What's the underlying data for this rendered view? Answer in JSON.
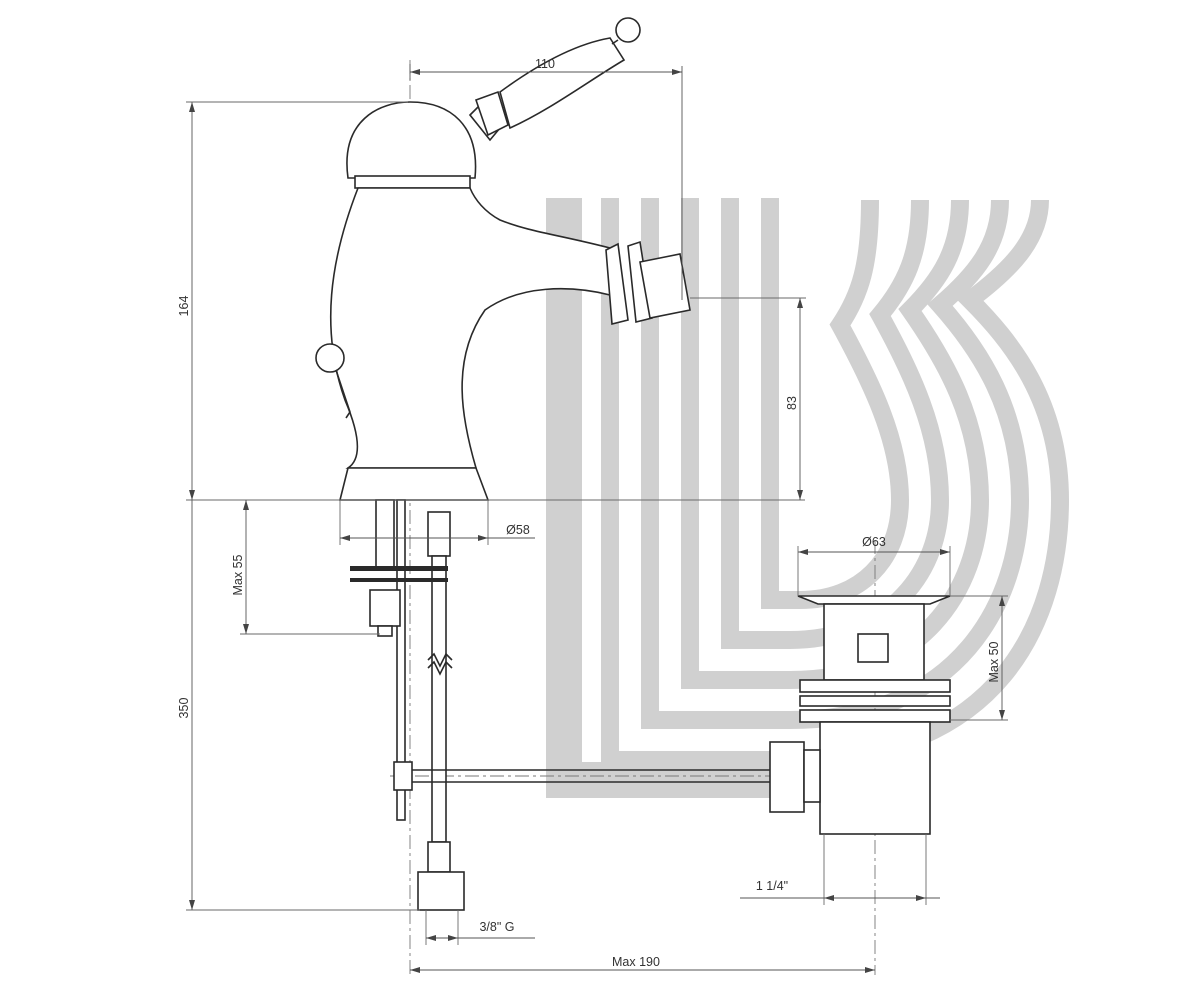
{
  "dimensions": {
    "top_width": "110",
    "height_total": "164",
    "spout_height": "83",
    "base_diameter": "Ø58",
    "waste_diameter": "Ø63",
    "max_deck": "Max 55",
    "max_waste": "Max 50",
    "hose_length": "350",
    "waste_thread": "1 1/4\"",
    "hose_thread": "3/8\" G",
    "max_reach": "Max 190"
  },
  "colors": {
    "line": "#2a2a2a",
    "logo_watermark": "#d0d0d0"
  }
}
